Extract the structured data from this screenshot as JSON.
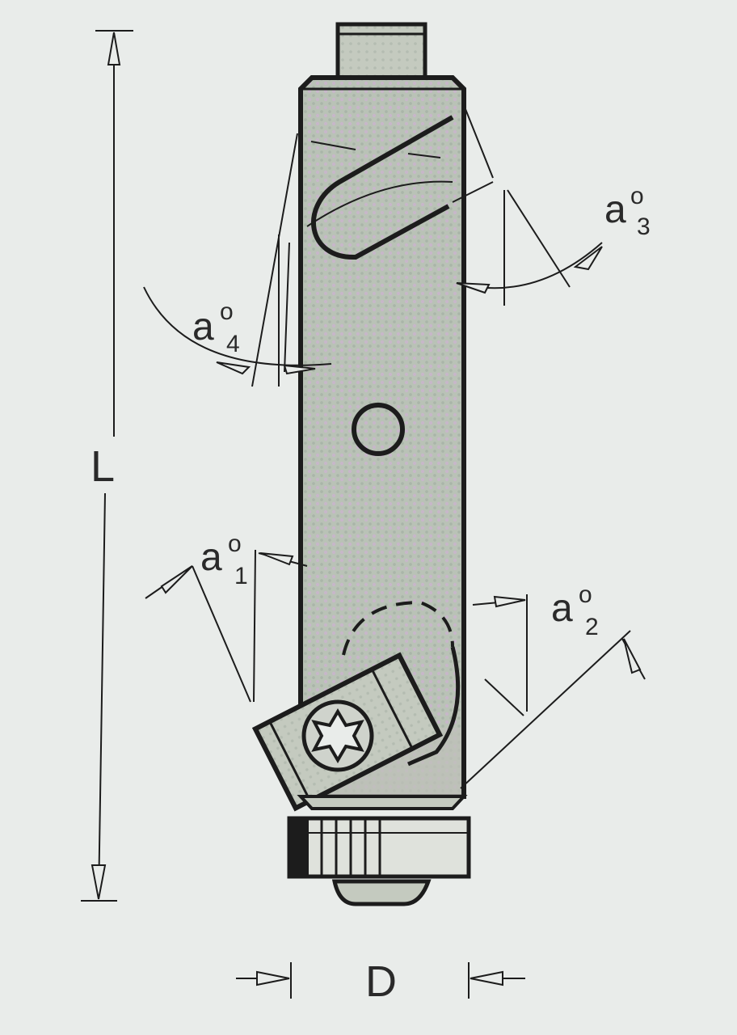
{
  "labels": {
    "length": "L",
    "diameter": "D",
    "angle_symbol": "a",
    "degree": "o",
    "angle1_sub": "1",
    "angle2_sub": "2",
    "angle3_sub": "3",
    "angle4_sub": "4"
  },
  "colors": {
    "paper": "#e9ecea",
    "ink": "#1c1c1c",
    "shank_fill": "#b9c2b6",
    "shank_tint": "#c6b9c8",
    "label": "#2a2a2a"
  },
  "icons": {
    "insert_screw": "torx-star-icon",
    "dimension_arrows": "arrowhead-icon"
  }
}
